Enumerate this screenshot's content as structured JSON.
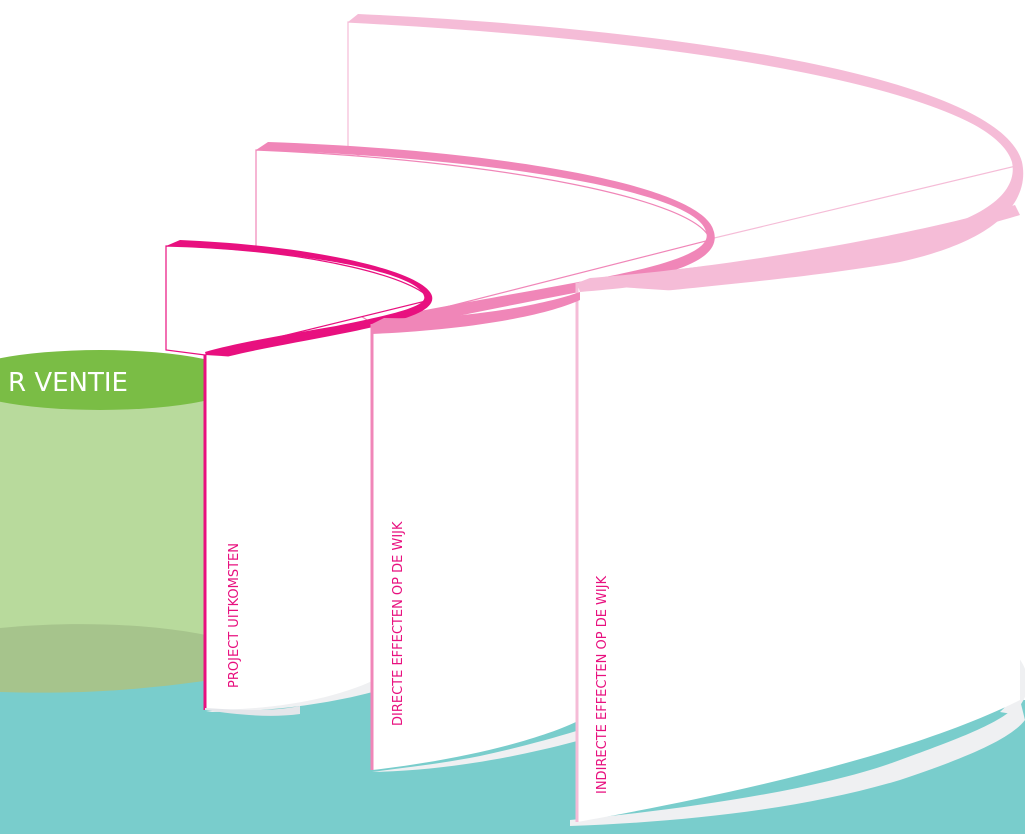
{
  "diagram": {
    "base_label": "R VENTIE",
    "panels": [
      {
        "label": "PROJECT UITKOMSTEN",
        "color": "#E8107F"
      },
      {
        "label": "DIRECTE EFFECTEN OP DE WIJK",
        "color": "#F086B8"
      },
      {
        "label": "INDIRECTE EFFECTEN OP DE WIJK",
        "color": "#F5BCD7"
      }
    ],
    "colors": {
      "base_green": "#7ABD45",
      "base_green_light": "#B8DA9C",
      "floor_teal": "#79CDCC",
      "shadow_grey": "#EFF0F2"
    }
  }
}
